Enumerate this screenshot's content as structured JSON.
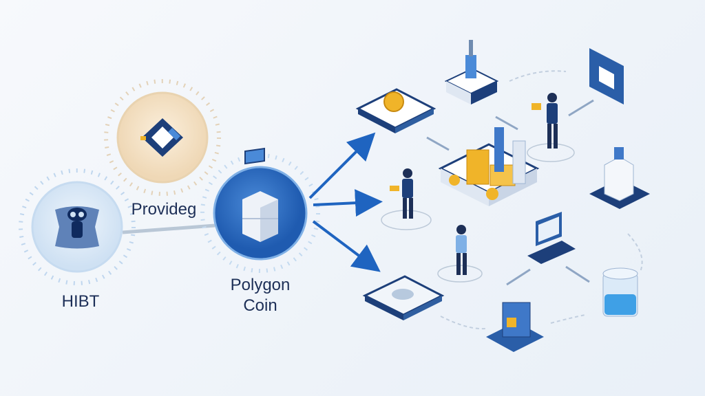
{
  "nodes": {
    "hibt": {
      "label": "HIBT",
      "icon": "robot-icon"
    },
    "provider": {
      "label": "Provideg",
      "icon": "chip-icon"
    },
    "polygon": {
      "label_line1": "Polygon",
      "label_line2": "Coin",
      "icon": "server-icon"
    }
  },
  "colors": {
    "primary": "#2f6fc4",
    "dark": "#1d3f7a",
    "gold": "#f0b429",
    "beige": "#f5e3c8",
    "light": "#dfeaf6"
  }
}
